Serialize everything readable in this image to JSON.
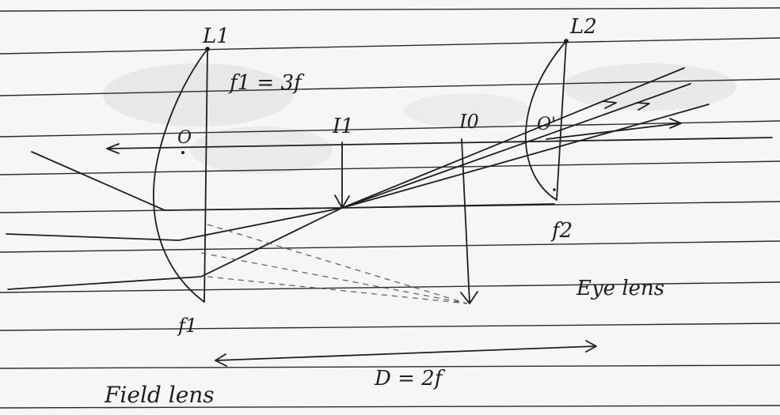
{
  "labels": {
    "lens1": "L1",
    "lens2": "L2",
    "focal_length_1": "f1 = 3f",
    "centre_1": "O",
    "centre_2": "O'",
    "image_1": "I1",
    "image_2": "I0",
    "focus_1": "f1",
    "focus_2": "f2",
    "separation": "D = 2f",
    "field_lens": "Field lens",
    "eye_lens": "Eye lens"
  },
  "colors": {
    "ink": "#1e1e1e",
    "paper": "#f6f6f4",
    "rule_line": "#2b2b2b"
  }
}
